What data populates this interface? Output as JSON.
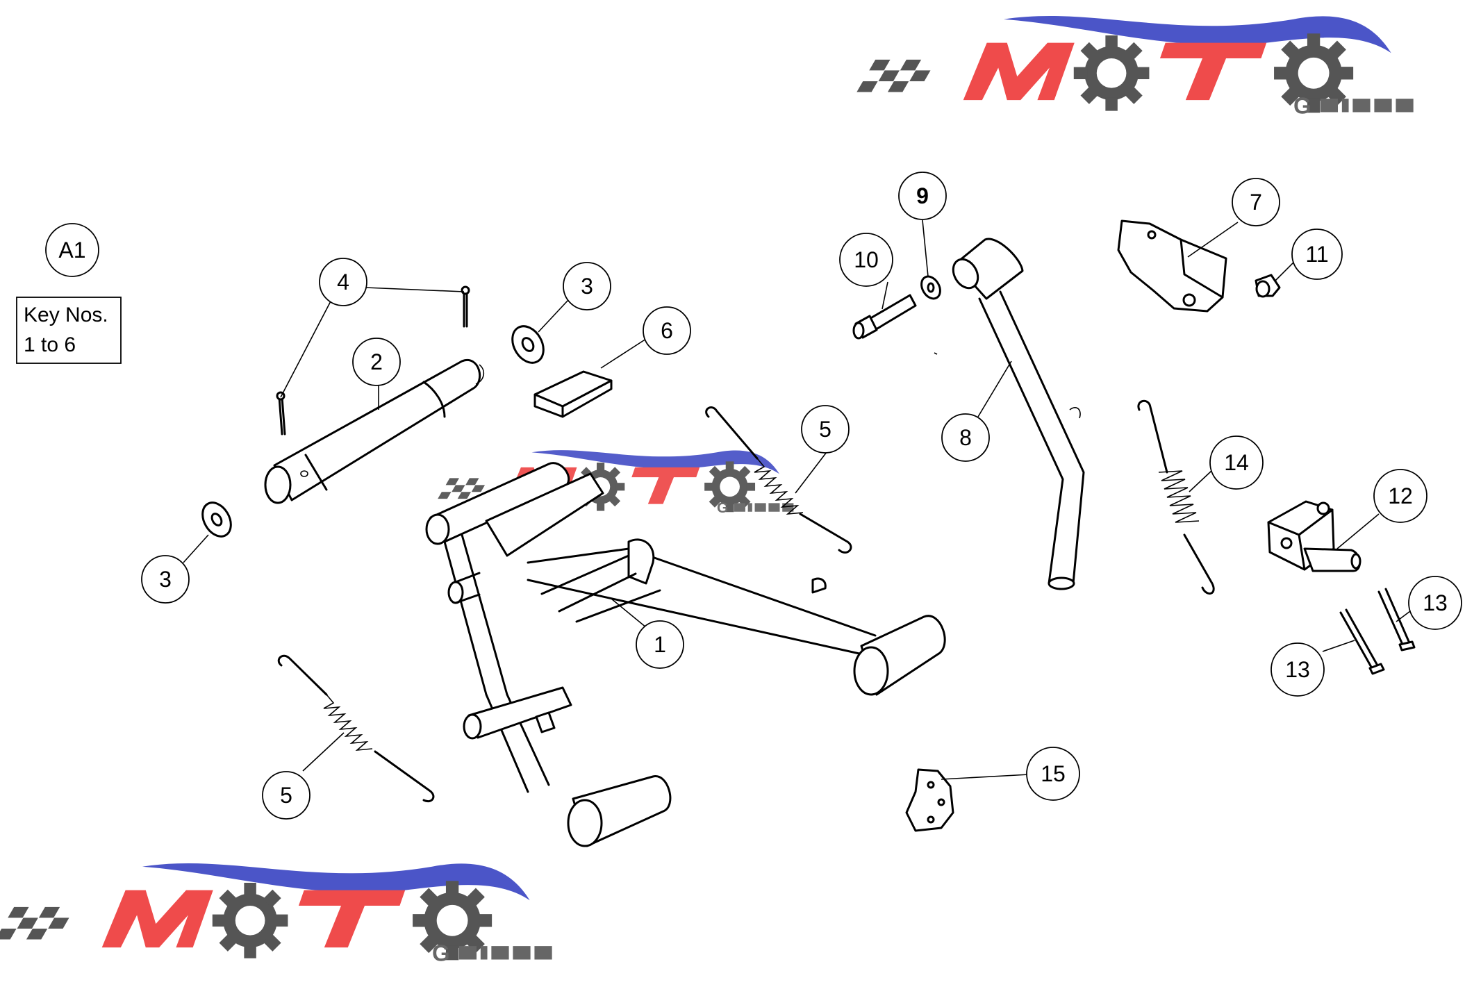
{
  "diagram": {
    "group_label": "A1",
    "key_note": {
      "line1": "Key Nos.",
      "line2": "1 to 6"
    },
    "callouts": {
      "c1": "1",
      "c2": "2",
      "c3a": "3",
      "c3b": "3",
      "c4": "4",
      "c5a": "5",
      "c5b": "5",
      "c6": "6",
      "c7": "7",
      "c8": "8",
      "c9": "9",
      "c10": "10",
      "c11": "11",
      "c12": "12",
      "c13a": "13",
      "c13b": "13",
      "c14": "14",
      "c15": "15"
    }
  },
  "watermark": {
    "text": "MOTO",
    "subtext": "GUIDS",
    "colors": {
      "letters": "#ef4b4b",
      "gear": "#555555",
      "swoosh": "#4b55c8",
      "checker": "#555555"
    }
  }
}
